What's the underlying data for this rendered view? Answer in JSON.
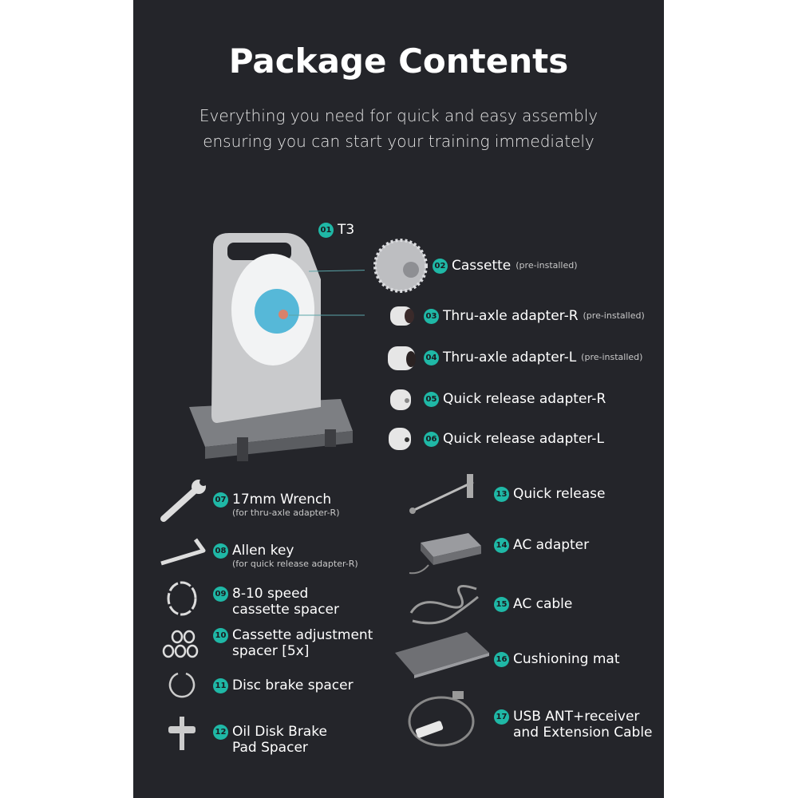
{
  "title": "Package Contents",
  "subtitle": [
    "Everything you need for quick and easy assembly",
    "ensuring you can start your training immediately"
  ],
  "accent": "#1fb8a6",
  "items": [
    {
      "num": "01",
      "label": "T3"
    },
    {
      "num": "02",
      "label": "Cassette",
      "note": "(pre-installed)"
    },
    {
      "num": "03",
      "label": "Thru-axle adapter-R",
      "note": "(pre-installed)"
    },
    {
      "num": "04",
      "label": "Thru-axle adapter-L",
      "note": "(pre-installed)"
    },
    {
      "num": "05",
      "label": "Quick release adapter-R"
    },
    {
      "num": "06",
      "label": "Quick release adapter-L"
    },
    {
      "num": "07",
      "label": "17mm Wrench",
      "note": "(for thru-axle adapter-R)"
    },
    {
      "num": "08",
      "label": "Allen key",
      "note": "(for quick release adapter-R)"
    },
    {
      "num": "09",
      "label": "8-10 speed",
      "label2": "cassette spacer"
    },
    {
      "num": "10",
      "label": "Cassette adjustment",
      "label2": "spacer [5x]"
    },
    {
      "num": "11",
      "label": "Disc brake spacer"
    },
    {
      "num": "12",
      "label": "Oil Disk Brake",
      "label2": "Pad Spacer"
    },
    {
      "num": "13",
      "label": "Quick release"
    },
    {
      "num": "14",
      "label": "AC adapter"
    },
    {
      "num": "15",
      "label": "AC cable"
    },
    {
      "num": "16",
      "label": "Cushioning mat"
    },
    {
      "num": "17",
      "label": "USB ANT+receiver",
      "label2": "and Extension Cable"
    }
  ]
}
